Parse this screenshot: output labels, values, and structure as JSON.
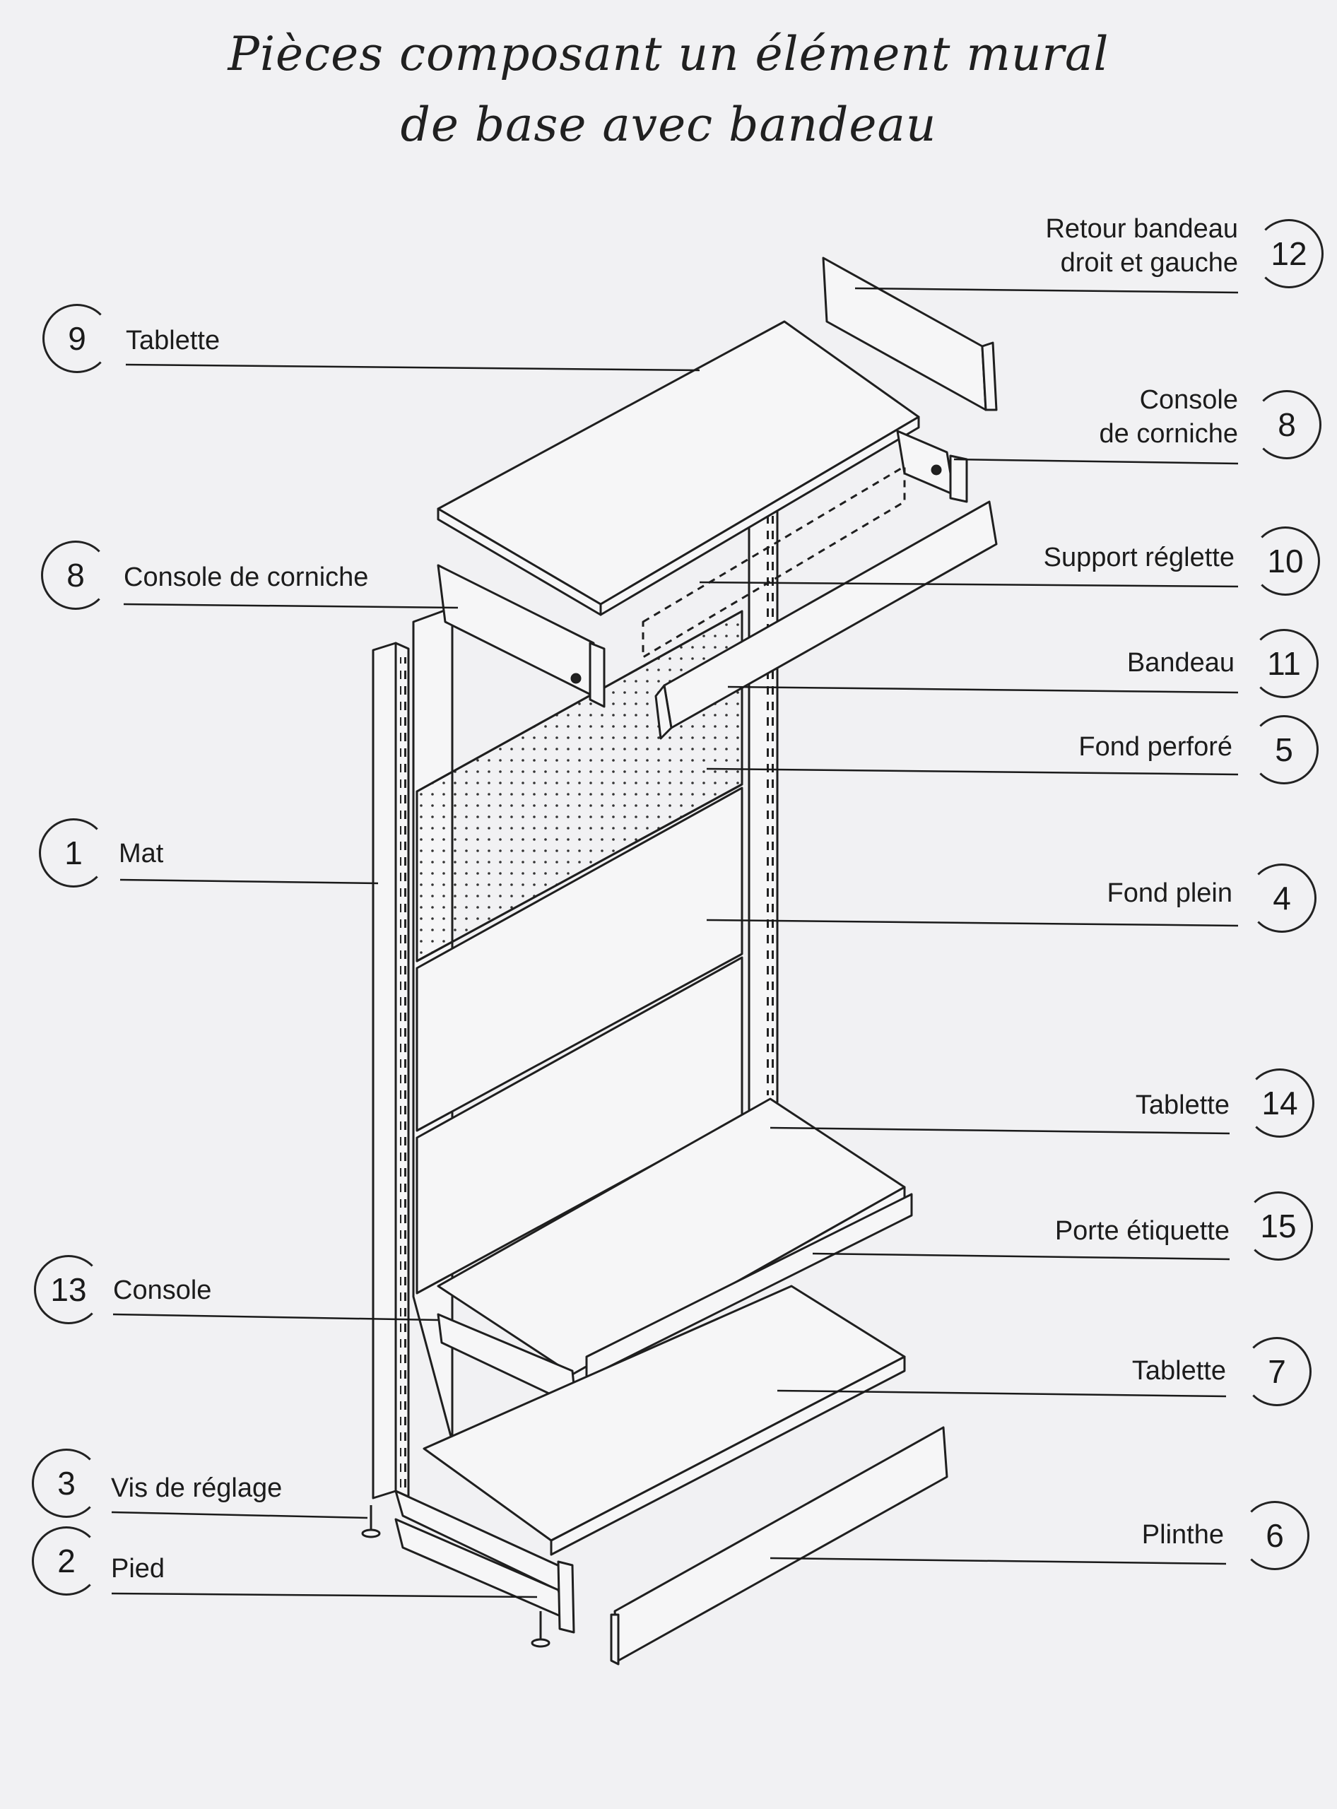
{
  "title": {
    "line1": "Pièces composant un élément mural",
    "line2": "de base avec bandeau"
  },
  "callouts_left": [
    {
      "id": "9",
      "name": "Tablette"
    },
    {
      "id": "8",
      "name": "Console de corniche"
    },
    {
      "id": "1",
      "name": "Mat"
    },
    {
      "id": "13",
      "name": "Console"
    },
    {
      "id": "3",
      "name": "Vis de réglage"
    },
    {
      "id": "2",
      "name": "Pied"
    }
  ],
  "callouts_right": [
    {
      "id": "12",
      "line1": "Retour bandeau",
      "line2": "droit et gauche"
    },
    {
      "id": "8",
      "line1": "Console",
      "line2": "de corniche"
    },
    {
      "id": "10",
      "line1": "Support réglette",
      "line2": ""
    },
    {
      "id": "11",
      "line1": "Bandeau",
      "line2": ""
    },
    {
      "id": "5",
      "line1": "Fond perforé",
      "line2": ""
    },
    {
      "id": "4",
      "line1": "Fond plein",
      "line2": ""
    },
    {
      "id": "14",
      "line1": "Tablette",
      "line2": ""
    },
    {
      "id": "15",
      "line1": "Porte étiquette",
      "line2": ""
    },
    {
      "id": "7",
      "line1": "Tablette",
      "line2": ""
    },
    {
      "id": "6",
      "line1": "Plinthe",
      "line2": ""
    }
  ]
}
